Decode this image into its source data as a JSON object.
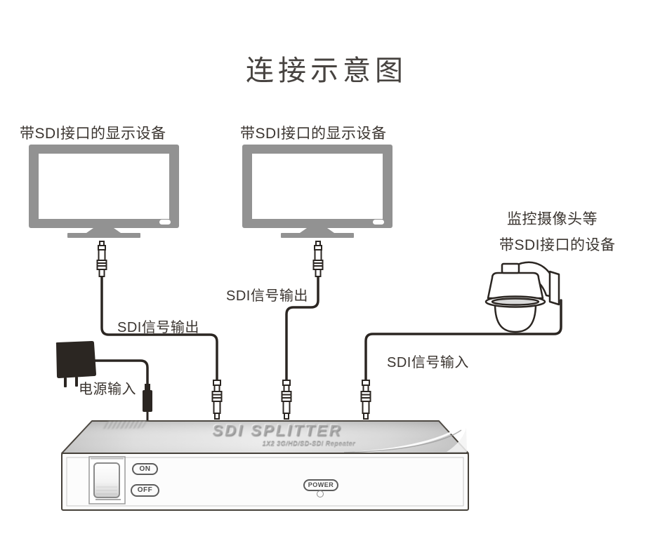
{
  "title": "连接示意图",
  "monitors": {
    "label1": "带SDI接口的显示设备",
    "label2": "带SDI接口的显示设备"
  },
  "camera": {
    "label_line1": "监控摄像头等",
    "label_line2": "带SDI接口的设备"
  },
  "cables": {
    "sdi_output_1": "SDI信号输出",
    "sdi_output_2": "SDI信号输出",
    "sdi_input": "SDI信号输入",
    "power_input": "电源输入"
  },
  "device": {
    "product_name": "SDI SPLITTER",
    "product_subtitle": "1X2 3G/HD/SD-SDI Repeater",
    "switch_on_label": "ON",
    "switch_off_label": "OFF",
    "power_label": "POWER"
  },
  "colors": {
    "line": "#2b2622",
    "monitor_gray": "#929292",
    "label_text": "#3b3530",
    "background": "#ffffff"
  }
}
